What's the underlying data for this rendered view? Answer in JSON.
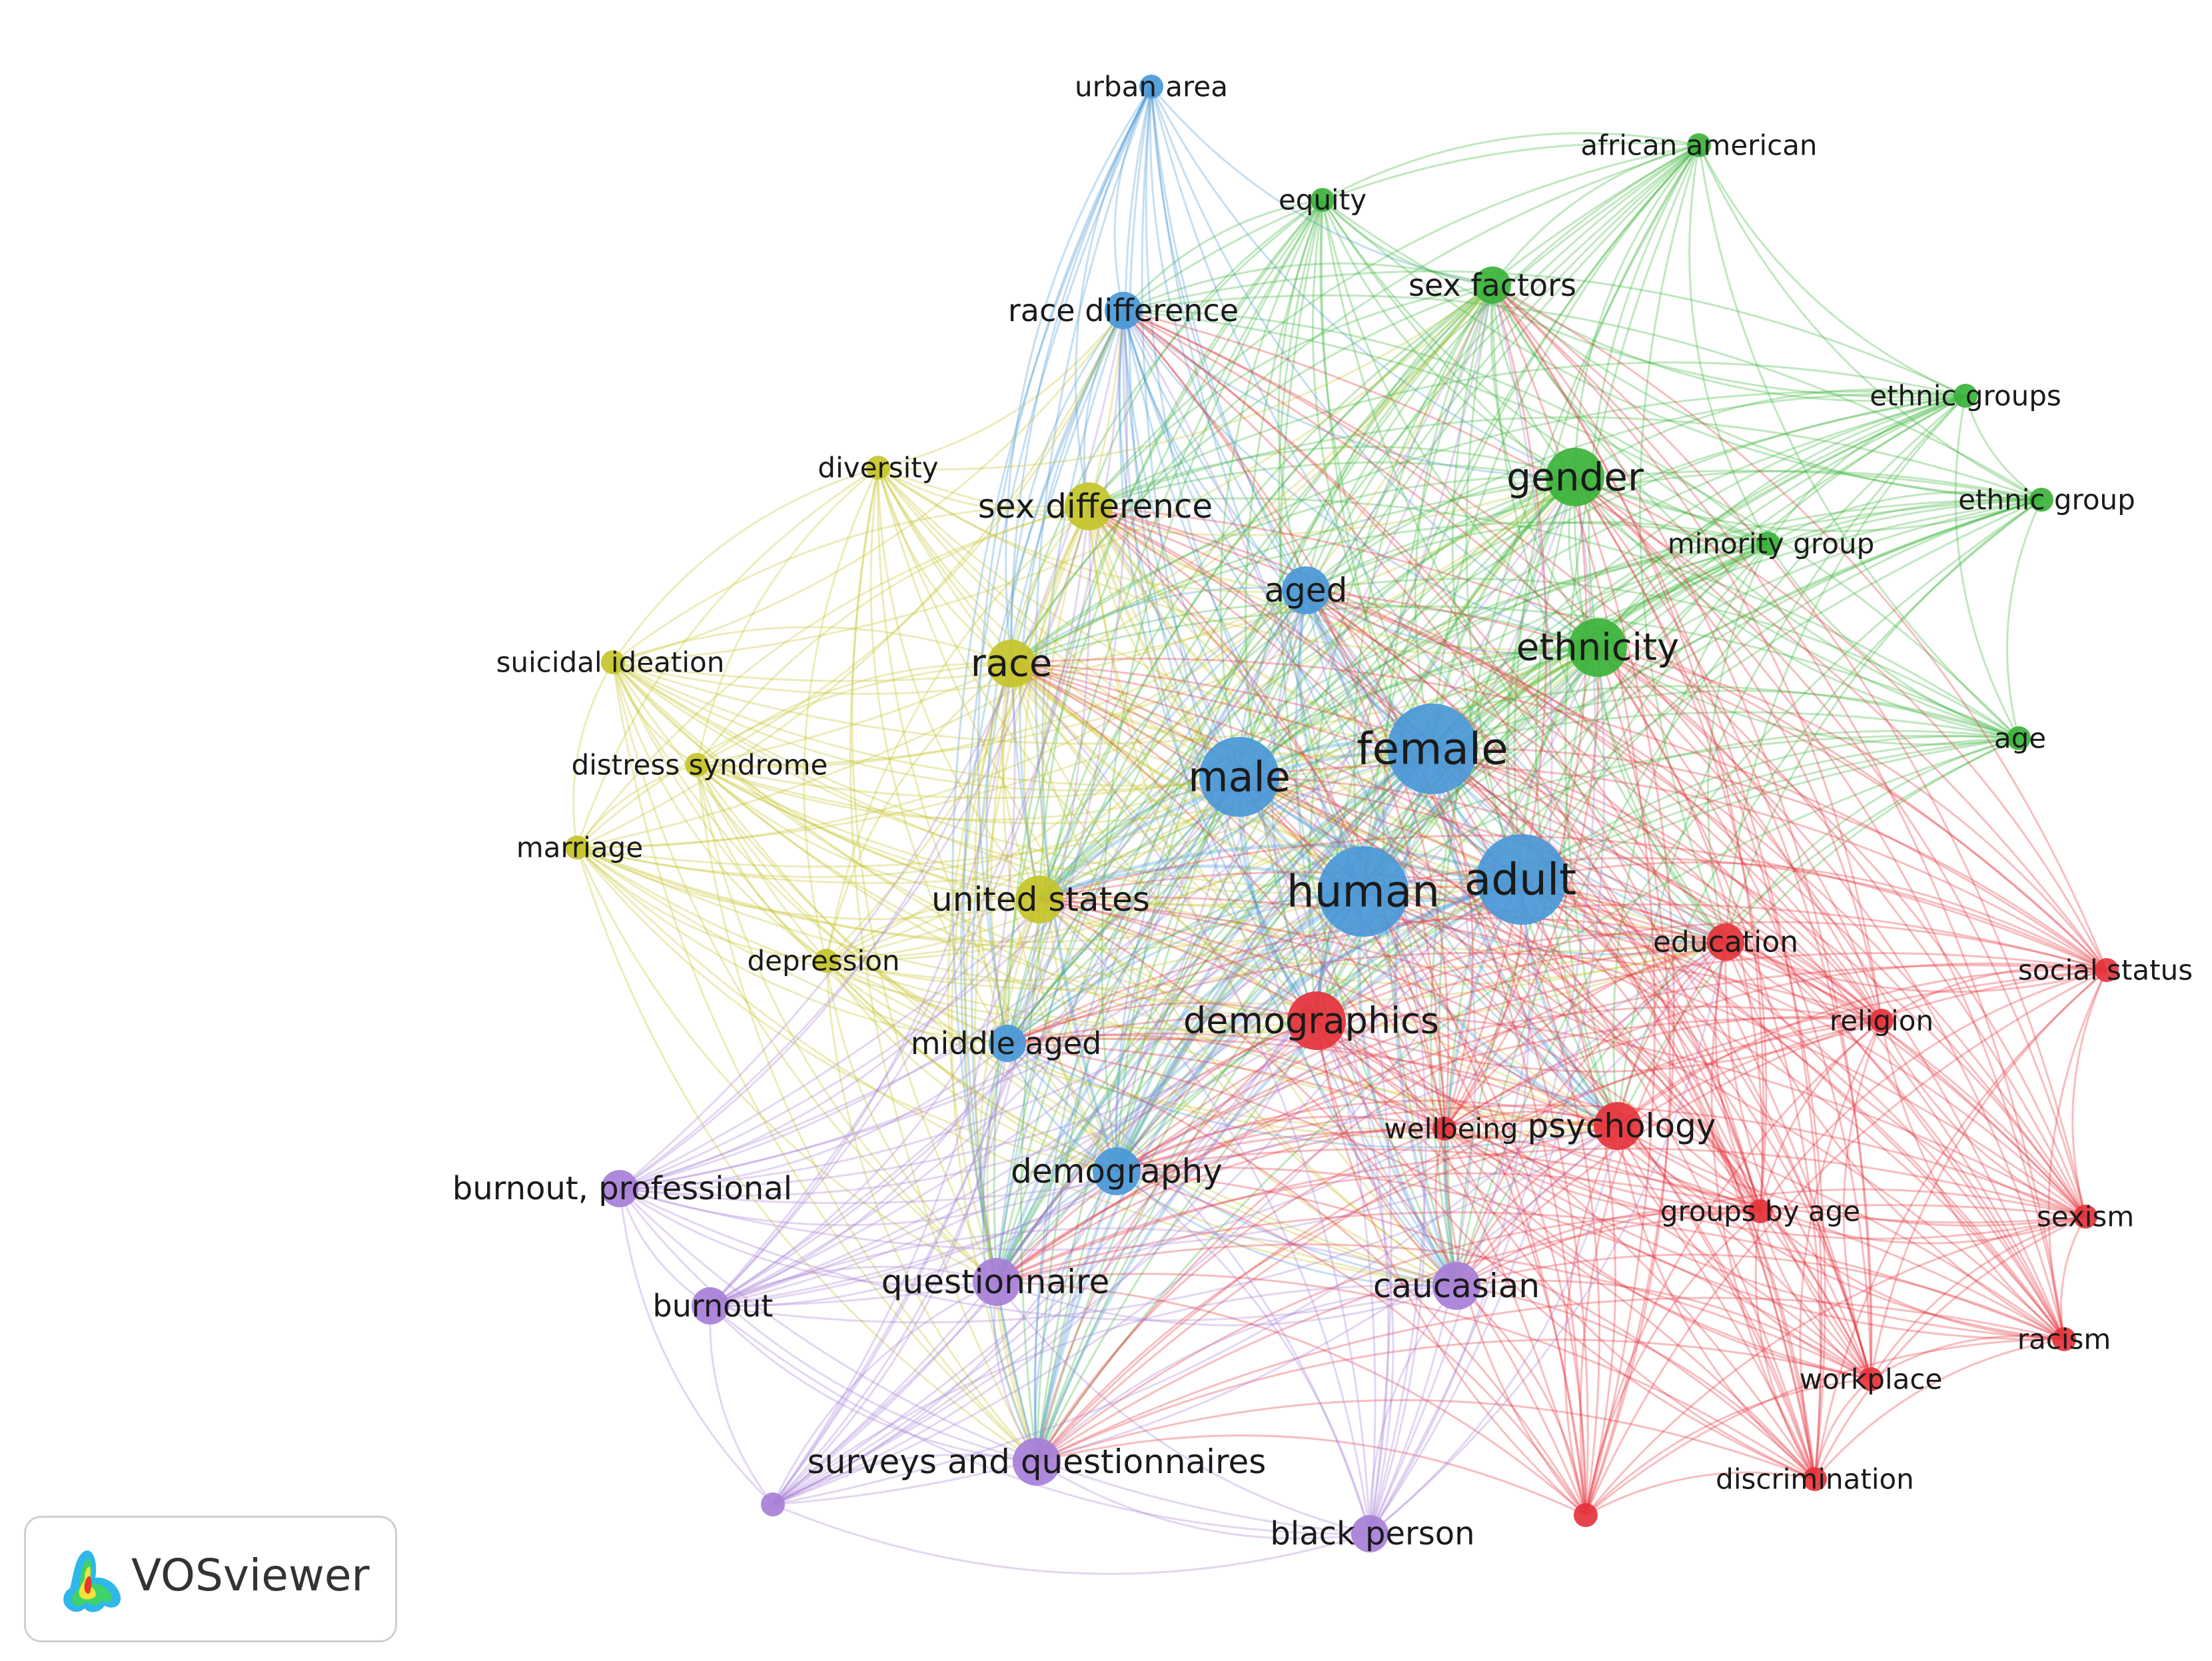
{
  "app": {
    "brand": "VOSviewer"
  },
  "colors": {
    "red": "#e5333b",
    "green": "#3bb33b",
    "blue": "#4a98d8",
    "yellow": "#c6c42a",
    "purple": "#a77fd8"
  },
  "chart_data": {
    "type": "network",
    "nodes": [
      {
        "id": "urban area",
        "cluster": "blue",
        "weight": 1
      },
      {
        "id": "african american",
        "cluster": "green",
        "weight": 1
      },
      {
        "id": "equity",
        "cluster": "green",
        "weight": 1
      },
      {
        "id": "sex factors",
        "cluster": "green",
        "weight": 2
      },
      {
        "id": "race difference",
        "cluster": "blue",
        "weight": 2
      },
      {
        "id": "ethnic groups",
        "cluster": "green",
        "weight": 1
      },
      {
        "id": "diversity",
        "cluster": "yellow",
        "weight": 1
      },
      {
        "id": "gender",
        "cluster": "green",
        "weight": 4
      },
      {
        "id": "sex difference",
        "cluster": "yellow",
        "weight": 3
      },
      {
        "id": "ethnic group",
        "cluster": "green",
        "weight": 1
      },
      {
        "id": "minority group",
        "cluster": "green",
        "weight": 1
      },
      {
        "id": "aged",
        "cluster": "blue",
        "weight": 3
      },
      {
        "id": "ethnicity",
        "cluster": "green",
        "weight": 4
      },
      {
        "id": "race",
        "cluster": "yellow",
        "weight": 3
      },
      {
        "id": "suicidal ideation",
        "cluster": "yellow",
        "weight": 1
      },
      {
        "id": "female",
        "cluster": "blue",
        "weight": 7
      },
      {
        "id": "age",
        "cluster": "green",
        "weight": 1
      },
      {
        "id": "distress syndrome",
        "cluster": "yellow",
        "weight": 1
      },
      {
        "id": "male",
        "cluster": "blue",
        "weight": 6
      },
      {
        "id": "marriage",
        "cluster": "yellow",
        "weight": 1
      },
      {
        "id": "human",
        "cluster": "blue",
        "weight": 7
      },
      {
        "id": "adult",
        "cluster": "blue",
        "weight": 7
      },
      {
        "id": "united states",
        "cluster": "yellow",
        "weight": 3
      },
      {
        "id": "education",
        "cluster": "red",
        "weight": 2
      },
      {
        "id": "depression",
        "cluster": "yellow",
        "weight": 1
      },
      {
        "id": "social status",
        "cluster": "red",
        "weight": 1
      },
      {
        "id": "demographics",
        "cluster": "red",
        "weight": 4
      },
      {
        "id": "religion",
        "cluster": "red",
        "weight": 1
      },
      {
        "id": "middle aged",
        "cluster": "blue",
        "weight": 2
      },
      {
        "id": "psychology",
        "cluster": "red",
        "weight": 3
      },
      {
        "id": "wellbeing",
        "cluster": "red",
        "weight": 1
      },
      {
        "id": "burnout, professional",
        "cluster": "purple",
        "weight": 2
      },
      {
        "id": "demography",
        "cluster": "blue",
        "weight": 3
      },
      {
        "id": "groups by age",
        "cluster": "red",
        "weight": 1
      },
      {
        "id": "sexism",
        "cluster": "red",
        "weight": 1
      },
      {
        "id": "questionnaire",
        "cluster": "purple",
        "weight": 3
      },
      {
        "id": "caucasian",
        "cluster": "purple",
        "weight": 3
      },
      {
        "id": "burnout",
        "cluster": "purple",
        "weight": 2
      },
      {
        "id": "racism",
        "cluster": "red",
        "weight": 1
      },
      {
        "id": "workplace",
        "cluster": "red",
        "weight": 1
      },
      {
        "id": "surveys and questionnaires",
        "cluster": "purple",
        "weight": 3
      },
      {
        "id": "discrimination",
        "cluster": "red",
        "weight": 1
      },
      {
        "id": "unlabeled-red",
        "cluster": "red",
        "weight": 1
      },
      {
        "id": "unlabeled-purple",
        "cluster": "purple",
        "weight": 1
      },
      {
        "id": "black person",
        "cluster": "purple",
        "weight": 2
      }
    ],
    "hidden_label_ids": [
      "unlabeled-red",
      "unlabeled-purple"
    ]
  }
}
